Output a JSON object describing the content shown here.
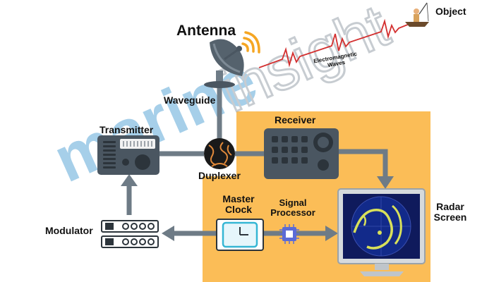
{
  "labels": {
    "antenna": "Antenna",
    "object": "Object",
    "waveguide": "Waveguide",
    "transmitter": "Transmitter",
    "receiver": "Receiver",
    "duplexer": "Duplexer",
    "modulator": "Modulator",
    "master_clock": "Master\nClock",
    "signal_processor": "Signal\nProcessor",
    "radar_screen": "Radar\nScreen",
    "em_waves": "Electromagnetic\nWaves"
  },
  "watermark": "marine insight",
  "colors": {
    "panel": "#fbbd57",
    "device": "#4a5661",
    "pipe": "#6e7b86",
    "wave": "#d32f2f",
    "radar_blip": "#d8e05a",
    "radar_bg": "#0f1a5c"
  }
}
